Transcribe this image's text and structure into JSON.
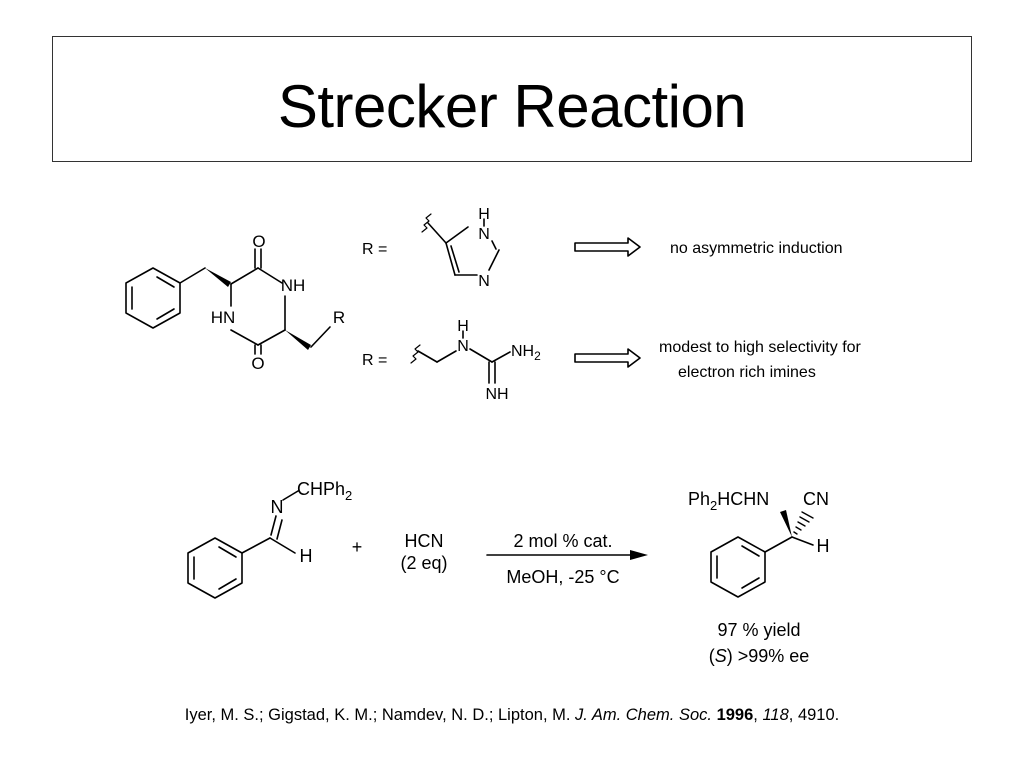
{
  "slide": {
    "title": "Strecker Reaction"
  },
  "catalyst": {
    "atoms": {
      "O_top": "O",
      "NH_ring": "NH",
      "HN_ring": "HN",
      "O_bottom": "O",
      "R": "R"
    },
    "option1": {
      "r_eq": "R =",
      "atom_H": "H",
      "atom_N_top": "N",
      "atom_N_bottom": "N",
      "outcome": "no asymmetric induction"
    },
    "option2": {
      "r_eq": "R =",
      "atom_H": "H",
      "atom_N": "N",
      "atom_NH2": "NH",
      "atom_NH2_sub": "2",
      "atom_NH": "NH",
      "outcome_line1": "modest to high selectivity for",
      "outcome_line2": "electron rich imines"
    }
  },
  "reaction": {
    "imine": {
      "atom_N": "N",
      "sub_main": "CHPh",
      "sub_sub": "2",
      "atom_H": "H"
    },
    "plus": "+",
    "reagent_line1": "HCN",
    "reagent_line2": "(2 eq)",
    "conditions_above": "2 mol % cat.",
    "conditions_below": "MeOH, -25 °C",
    "product": {
      "ph_main": "Ph",
      "ph_sub": "2",
      "ph_rest": "HCHN",
      "cn": "CN",
      "atom_H": "H"
    },
    "yield": "97 % yield",
    "ee_open": "(",
    "ee_S": "S",
    "ee_rest": ") >99% ee"
  },
  "reference": {
    "authors": "Iyer, M. S.; Gigstad, K. M.; Namdev, N. D.; Lipton, M. ",
    "journal": "J. Am. Chem. Soc.",
    "year": "1996",
    "volume": "118",
    "pages": ", 4910."
  }
}
